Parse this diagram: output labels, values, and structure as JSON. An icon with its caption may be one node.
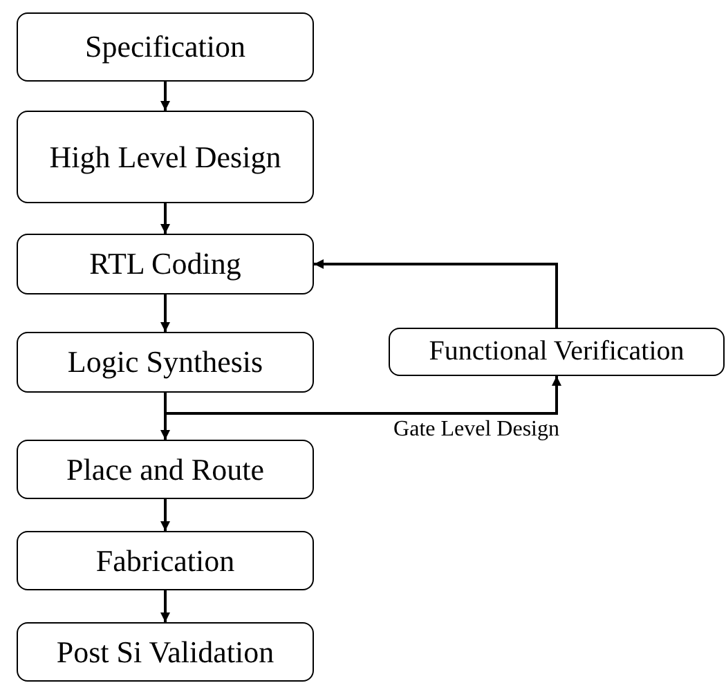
{
  "diagram": {
    "nodes": [
      {
        "text": [
          "Specification"
        ]
      },
      {
        "text": [
          "High Level Design"
        ]
      },
      {
        "text": [
          "RTL Coding"
        ]
      },
      {
        "text": [
          "Logic Synthesis"
        ]
      },
      {
        "text": [
          "Place and Route"
        ]
      },
      {
        "text": [
          "Fabrication"
        ]
      },
      {
        "text": [
          "Post Si Validation"
        ]
      },
      {
        "text": [
          "Functional Verification"
        ]
      }
    ],
    "edges": [
      {
        "from": 0,
        "to": 1,
        "arrow": "to"
      },
      {
        "from": 1,
        "to": 2,
        "arrow": "to"
      },
      {
        "from": 2,
        "to": 3,
        "arrow": "to"
      },
      {
        "from": 3,
        "to": 4,
        "arrow": "to"
      },
      {
        "from": 4,
        "to": 5,
        "arrow": "to"
      },
      {
        "from": 5,
        "to": 6,
        "arrow": "to"
      },
      {
        "from": 3,
        "to": 7,
        "arrow": "to",
        "label": "Gate Level Design"
      },
      {
        "from": 7,
        "to": 2,
        "arrow": "to"
      }
    ]
  }
}
